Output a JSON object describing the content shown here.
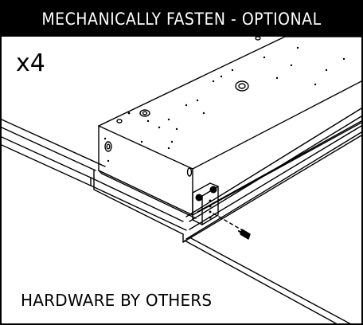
{
  "header": {
    "title": "MECHANICALLY FASTEN - OPTIONAL"
  },
  "quantity": {
    "label": "x4"
  },
  "footer": {
    "note": "HARDWARE BY OTHERS"
  },
  "colors": {
    "ink": "#000000",
    "paper": "#ffffff",
    "header_bg": "#000000",
    "header_text": "#ffffff"
  }
}
